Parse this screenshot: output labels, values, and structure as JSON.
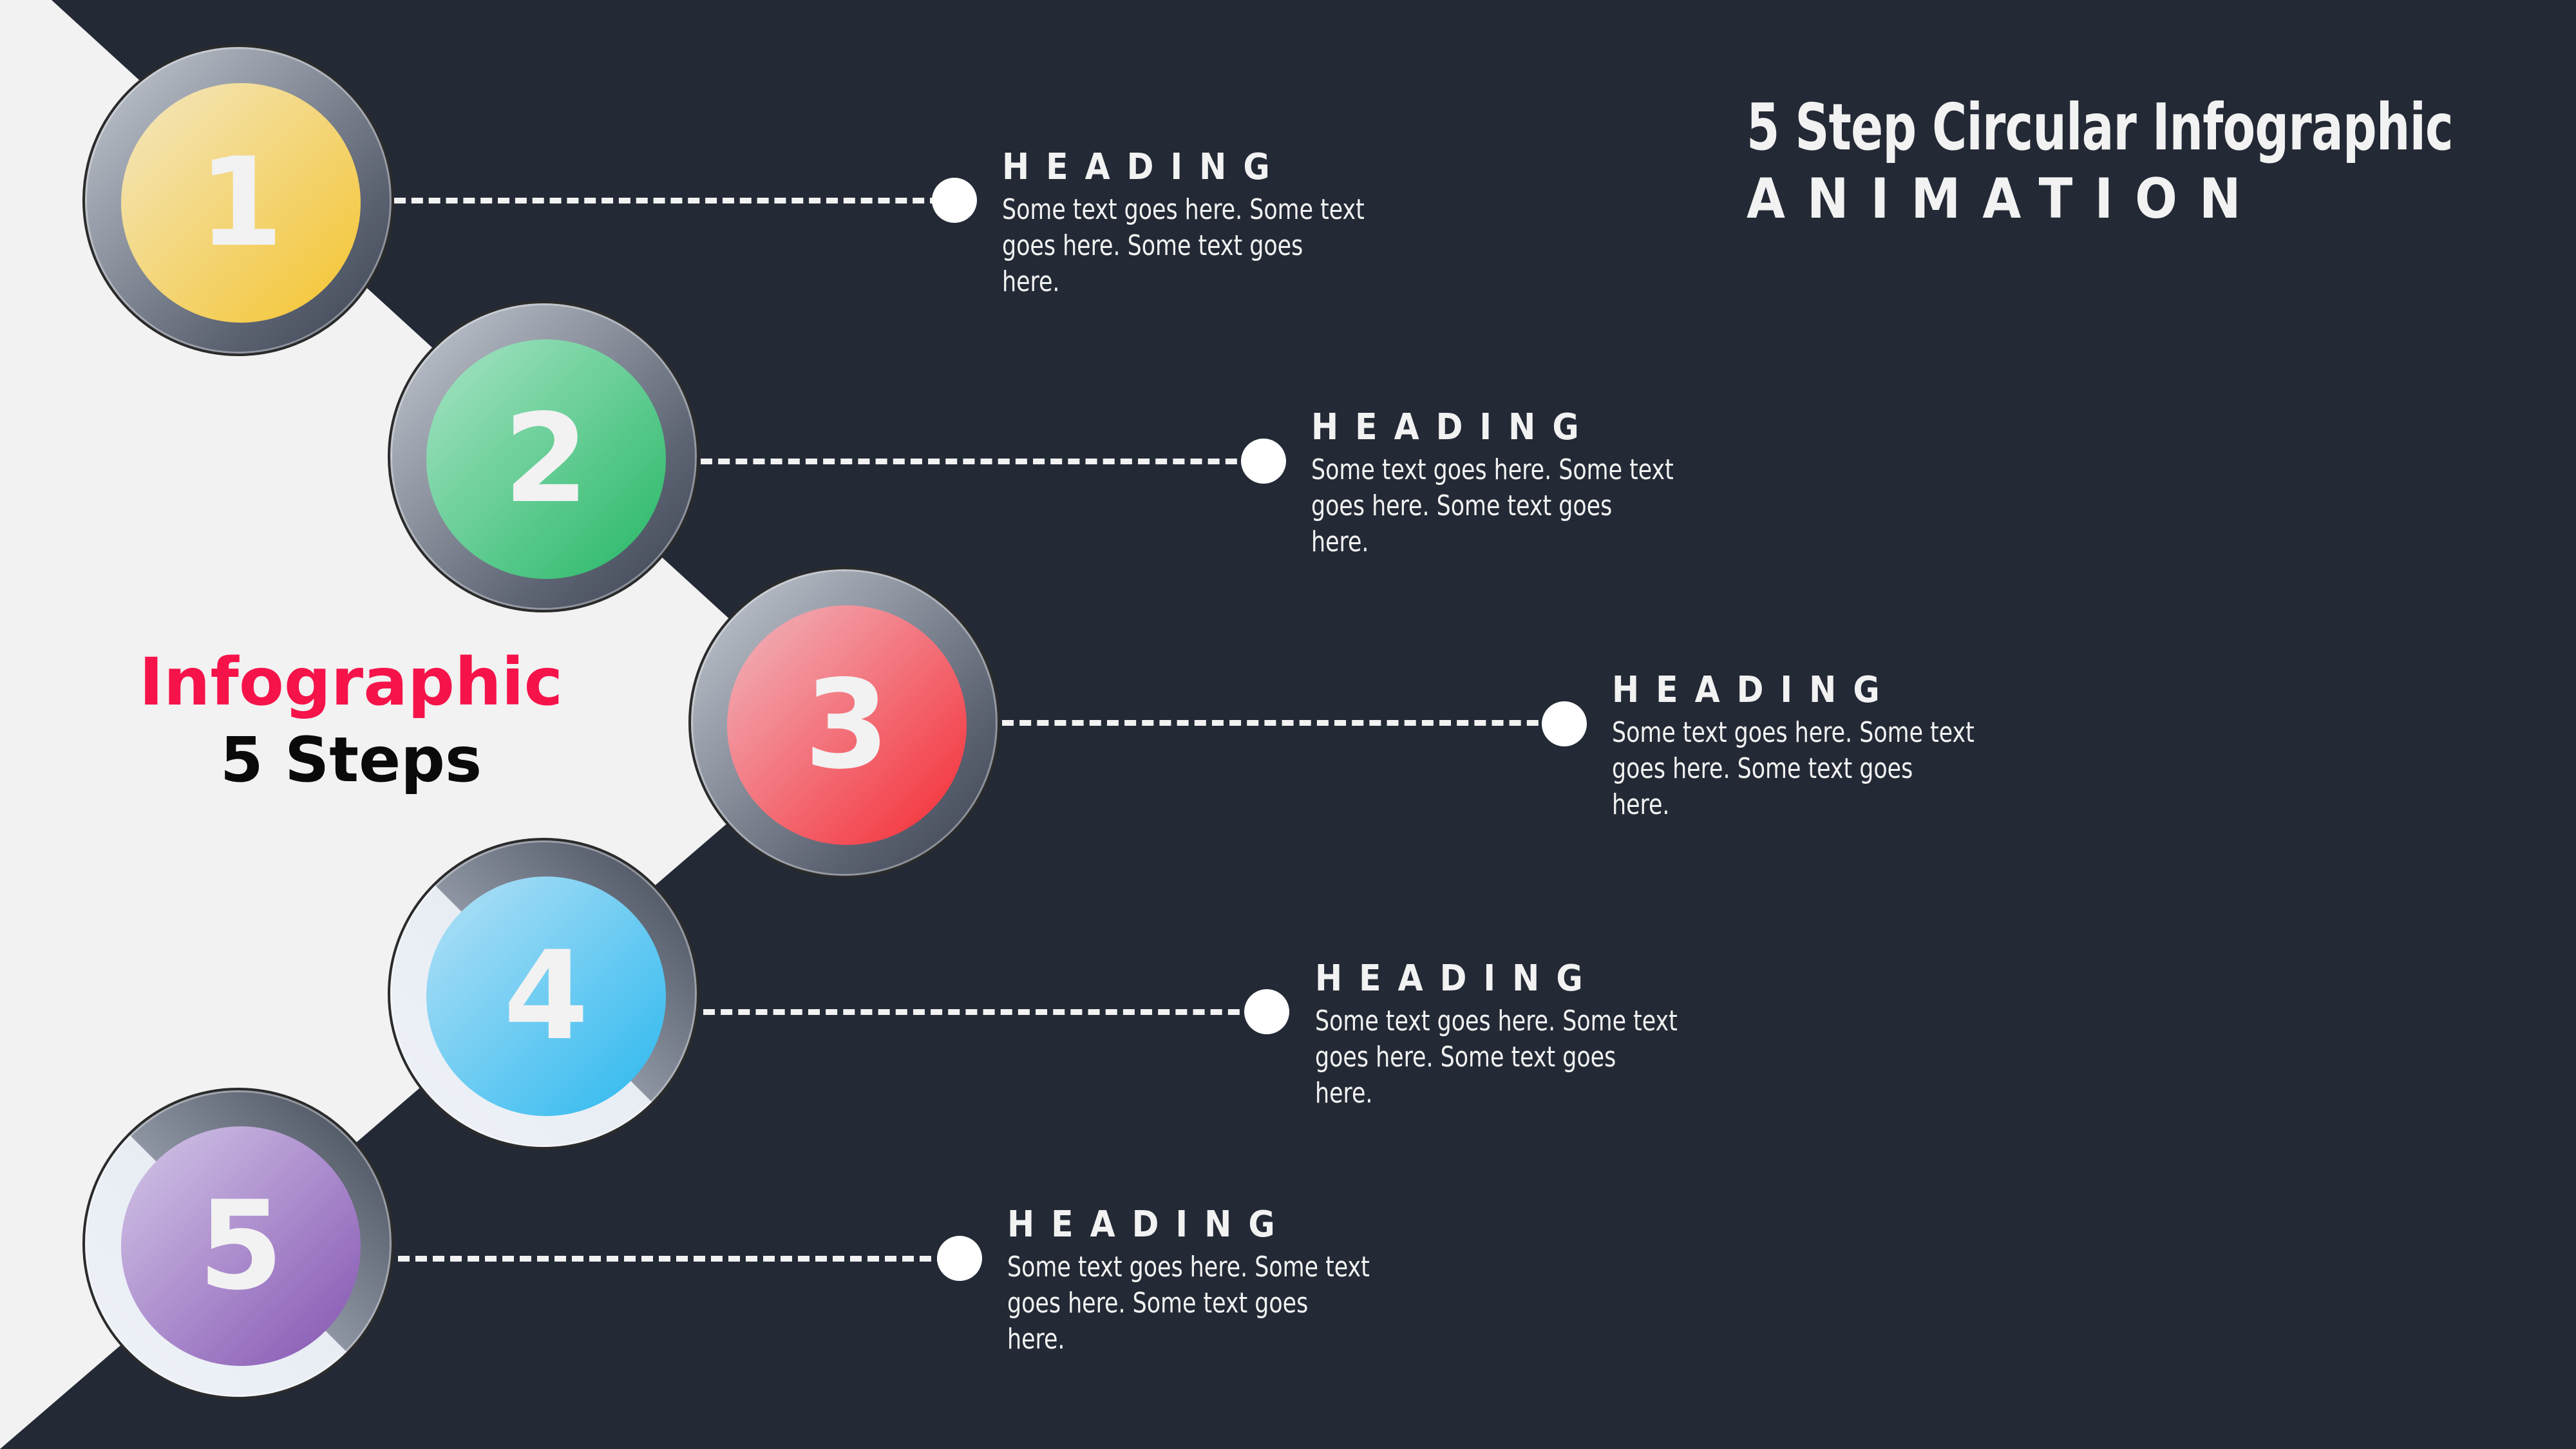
{
  "title": {
    "line1": "5 Step Circular Infographic",
    "line2": "ANIMATION"
  },
  "center_label": {
    "line1": "Infographic",
    "line2": "5 Steps",
    "line1_color": "#f5134a",
    "line2_color": "#0a0a0a"
  },
  "colors": {
    "background_dark": "#232935",
    "background_light": "#f2f2f2",
    "text_light": "#f2f2f2"
  },
  "steps": [
    {
      "number": "1",
      "heading": "HEADING",
      "text": "Some text goes here. Some text goes here. Some text goes here.",
      "color_from": "#f3e7c2",
      "color_to": "#f4c42e"
    },
    {
      "number": "2",
      "heading": "HEADING",
      "text": "Some text goes here. Some text goes here. Some text goes here.",
      "color_from": "#a8e4c6",
      "color_to": "#25b765"
    },
    {
      "number": "3",
      "heading": "HEADING",
      "text": "Some text goes here. Some text goes here. Some text goes here.",
      "color_from": "#f2b8c0",
      "color_to": "#f42a33"
    },
    {
      "number": "4",
      "heading": "HEADING",
      "text": "Some text goes here. Some text goes here. Some text goes here.",
      "color_from": "#b5e1f6",
      "color_to": "#2ab8ef"
    },
    {
      "number": "5",
      "heading": "HEADING",
      "text": "Some text goes here. Some text goes here. Some text goes here.",
      "color_from": "#d4c8e8",
      "color_to": "#8453b2"
    }
  ]
}
